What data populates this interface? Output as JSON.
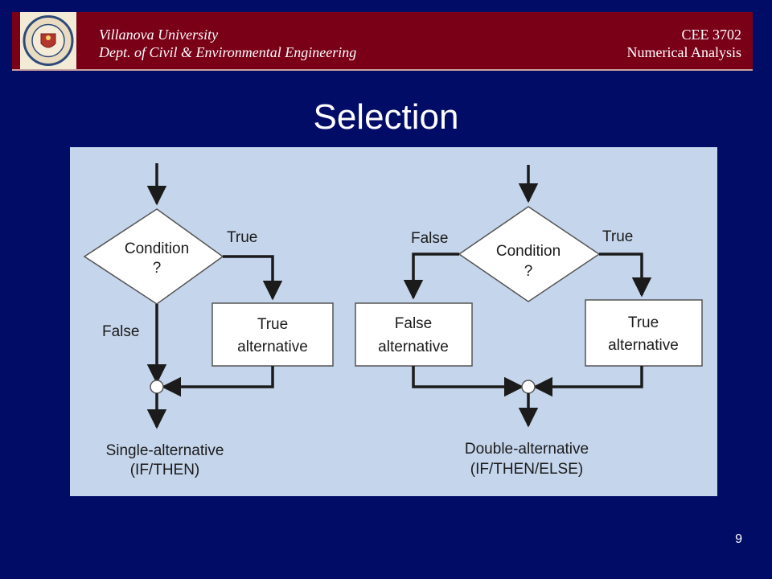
{
  "header": {
    "university": "Villanova University",
    "department": "Dept. of Civil & Environmental Engineering",
    "course_code": "CEE 3702",
    "course_name": "Numerical Analysis"
  },
  "slide": {
    "title": "Selection",
    "page_number": "9"
  },
  "colors": {
    "background": "#000c66",
    "header_band": "#7a0018",
    "figure_background": "#c5d5ec"
  },
  "diagram": {
    "single": {
      "condition_line1": "Condition",
      "condition_line2": "?",
      "true_label": "True",
      "false_label": "False",
      "true_box_line1": "True",
      "true_box_line2": "alternative",
      "caption_line1": "Single-alternative",
      "caption_line2": "(IF/THEN)"
    },
    "double": {
      "condition_line1": "Condition",
      "condition_line2": "?",
      "true_label": "True",
      "false_label": "False",
      "false_box_line1": "False",
      "false_box_line2": "alternative",
      "true_box_line1": "True",
      "true_box_line2": "alternative",
      "caption_line1": "Double-alternative",
      "caption_line2": "(IF/THEN/ELSE)"
    }
  }
}
